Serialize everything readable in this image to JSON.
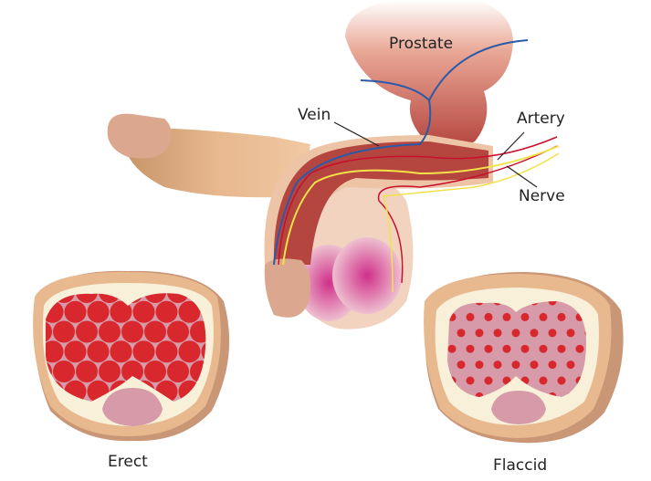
{
  "labels": {
    "prostate": "Prostate",
    "vein": "Vein",
    "artery": "Artery",
    "nerve": "Nerve",
    "erect": "Erect",
    "flaccid": "Flaccid"
  },
  "colors": {
    "skin": "#e8b88f",
    "tissue": "#b5453f",
    "vein": "#2a5aa8",
    "artery": "#c8102e",
    "nerve": "#f2e24a",
    "sinus": "#d9272e",
    "sinus_bg": "#d69aa8"
  }
}
